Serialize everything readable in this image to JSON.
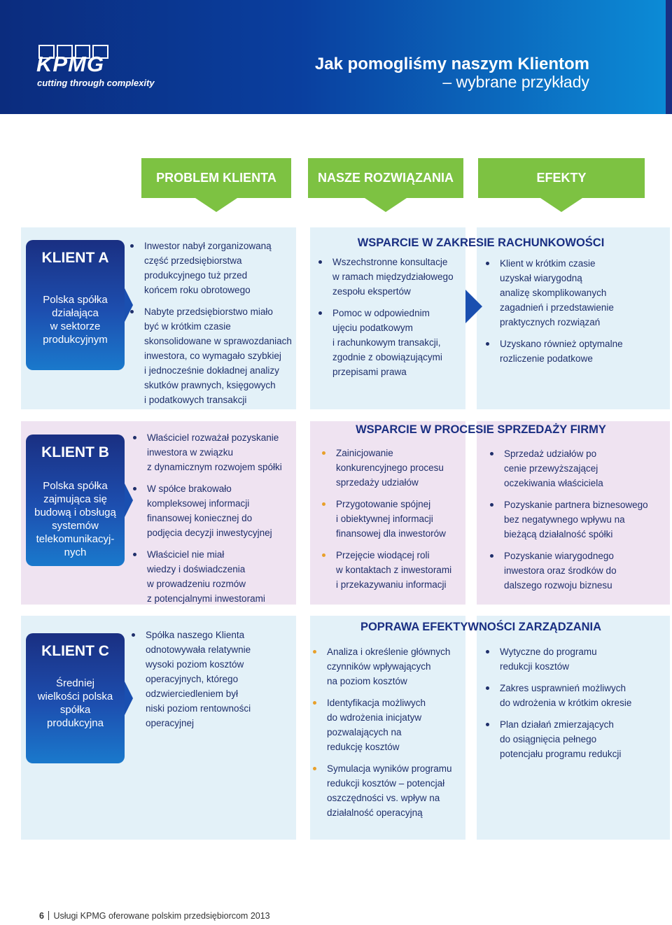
{
  "header": {
    "logo_word": "KPMG",
    "logo_tagline": "cutting through complexity",
    "title_line1": "Jak pomogliśmy naszym Klientom",
    "title_line2": "– wybrane przykłady"
  },
  "columns": {
    "problem": "PROBLEM KLIENTA",
    "solutions": "NASZE ROZWIĄZANIA",
    "effects": "EFEKTY"
  },
  "clients": [
    {
      "name": "KLIENT A",
      "description": "Polska spółka\ndziałająca\nw sektorze\nprodukcyjnym",
      "problems": [
        "Inwestor nabył zorganizowaną\nczęść przedsiębiorstwa\nprodukcyjnego tuż przed\nkońcem roku obrotowego",
        "Nabyte przedsiębiorstwo miało\nbyć w krótkim czasie\nskonsolidowane w sprawozdaniach\ninwestora, co wymagało szybkiej\ni jednocześnie dokładnej analizy\nskutków prawnych, księgowych\ni podatkowych transakcji"
      ],
      "solution_title": "WSPARCIE W ZAKRESIE RACHUNKOWOŚCI",
      "solutions": [
        "Wszechstronne konsultacje\nw ramach międzydziałowego\nzespołu ekspertów",
        "Pomoc w odpowiednim\nujęciu podatkowym\ni rachunkowym transakcji,\nzgodnie z obowiązującymi\nprzepisami prawa"
      ],
      "effects": [
        "Klient w krótkim czasie\nuzyskał wiarygodną\nanalizę skomplikowanych\nzagadnień i przedstawienie\npraktycznych rozwiązań",
        "Uzyskano również optymalne\nrozliczenie podatkowe"
      ]
    },
    {
      "name": "KLIENT B",
      "description": "Polska spółka\nzajmująca się\nbudową i obsługą\nsystemów\ntelekomunikacyj-\nnych",
      "problems": [
        "Właściciel rozważał pozyskanie\ninwestora w związku\nz dynamicznym rozwojem spółki",
        "W spółce brakowało\nkompleksowej informacji\nfinansowej koniecznej do\npodjęcia decyzji inwestycyjnej",
        "Właściciel nie miał\nwiedzy i doświadczenia\nw prowadzeniu rozmów\nz potencjalnymi inwestorami"
      ],
      "solution_title": "WSPARCIE W PROCESIE SPRZEDAŻY FIRMY",
      "solutions": [
        "Zainicjowanie\nkonkurencyjnego procesu\nsprzedaży udziałów",
        "Przygotowanie spójnej\ni obiektywnej informacji\nfinansowej dla inwestorów",
        "Przejęcie wiodącej roli\nw kontaktach z inwestorami\ni przekazywaniu informacji"
      ],
      "effects": [
        "Sprzedaż udziałów po\ncenie przewyższającej\noczekiwania właściciela",
        "Pozyskanie partnera biznesowego\nbez  negatywnego wpływu na\nbieżącą działalność spółki",
        "Pozyskanie wiarygodnego\ninwestora oraz środków do\ndalszego rozwoju biznesu"
      ]
    },
    {
      "name": "KLIENT C",
      "description": "Średniej\nwielkości polska\nspółka\nprodukcyjna",
      "problems": [
        "Spółka naszego Klienta\nodnotowywała relatywnie\nwysoki poziom kosztów\noperacyjnych, którego\nodzwierciedleniem był\nniski poziom rentowności\noperacyjnej"
      ],
      "solution_title": "POPRAWA EFEKTYWNOŚCI ZARZĄDZANIA",
      "solutions": [
        "Analiza i określenie głównych\nczynników wpływających\nna poziom kosztów",
        "Identyfikacja możliwych\ndo wdrożenia inicjatyw\npozwalających na\nredukcję kosztów",
        "Symulacja wyników programu\nredukcji kosztów – potencjał\noszczędności vs. wpływ na\ndziałalność operacyjną"
      ],
      "effects": [
        "Wytyczne do programu\nredukcji kosztów",
        "Zakres usprawnień możliwych\ndo wdrożenia w krótkim okresie",
        "Plan działań zmierzających\ndo osiągnięcia pełnego\npotencjału programu redukcji"
      ]
    }
  ],
  "footer": {
    "page_number": "6",
    "text": "Usługi KPMG oferowane polskim przedsiębiorcom 2013"
  },
  "colors": {
    "navy": "#1a2f82",
    "green": "#7dc242",
    "orange": "#e8a02a",
    "section_a_bg": "#e3f1f8",
    "section_b_bg": "#efe3f1",
    "section_c_bg": "#e3f1f8"
  }
}
